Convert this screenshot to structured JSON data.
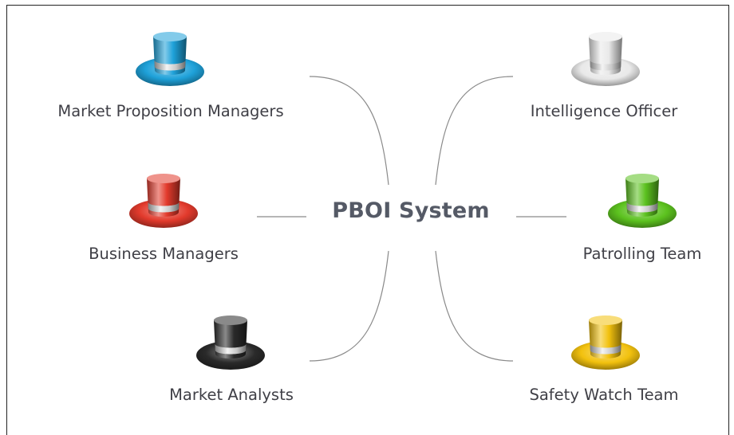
{
  "diagram": {
    "center": "PBOI System",
    "roles": [
      {
        "label": "Market Proposition Managers",
        "hat_color": "#1ea1d9",
        "hat_name": "blue-hat-icon"
      },
      {
        "label": "Business Managers",
        "hat_color": "#e23a2c",
        "hat_name": "red-hat-icon"
      },
      {
        "label": "Market Analysts",
        "hat_color": "#2a2a2a",
        "hat_name": "black-hat-icon"
      },
      {
        "label": "Intelligence Officer",
        "hat_color": "#e9e9e9",
        "hat_name": "white-hat-icon"
      },
      {
        "label": "Patrolling Team",
        "hat_color": "#5cc21f",
        "hat_name": "green-hat-icon"
      },
      {
        "label": "Safety Watch Team",
        "hat_color": "#f2c10e",
        "hat_name": "yellow-hat-icon"
      }
    ],
    "line_color": "#8a8a8a"
  }
}
